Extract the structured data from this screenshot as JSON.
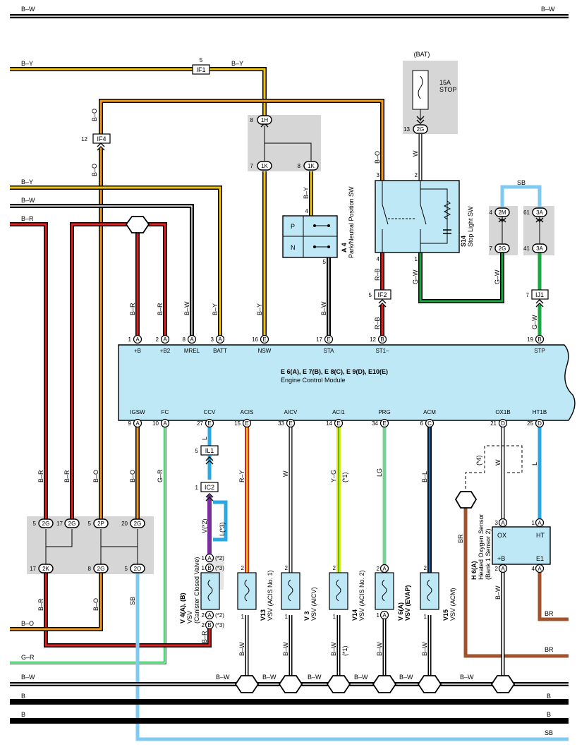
{
  "wires": {
    "top_bw_left": "B–W",
    "top_bw_right": "B–W",
    "by_left": "B–Y",
    "by_right": "B–Y",
    "bo_vert_1": "B–O",
    "bo_vert_2": "B–O",
    "by_row": "B–Y",
    "bw_row": "B–W",
    "br_row": "B–R",
    "sb_top": "SB",
    "b_o_st1": "B–O",
    "w_stop": "W",
    "by_park": "B–Y",
    "bw_park": "B–W",
    "rb_1": "R–B",
    "rb_2": "R–B",
    "gw_1": "G–W",
    "gw_2": "G–W",
    "gw_3": "G–W",
    "br_a1": "B–R",
    "br_a2": "B–R",
    "bw_mrel": "B–W",
    "by_batt": "B–Y",
    "by_nsw": "B–Y",
    "bo_igsw": "B–O",
    "gr_fc": "G–R",
    "l_ccv": "L",
    "ry_acis": "R–Y",
    "w_aicv": "W",
    "yg_aci1": "Y–G",
    "lg_prg": "LG",
    "bl_acm": "B–L",
    "w_ox1b": "W",
    "l_ht1b": "L",
    "br_j1": "B–R",
    "br_j2": "B–R",
    "bo_j3": "B–O",
    "bo_j4": "B–O",
    "sb_j": "SB",
    "v_star2": "V(*2)",
    "l_star3": "L(*3)",
    "br_sensor": "BR",
    "bw_sensor": "B–W",
    "bo_bottom": "B–O",
    "br_ccv": "B–R",
    "gr_bottom": "G–R",
    "bw_g1": "B–W",
    "bw_g2": "B–W",
    "bw_g3": "B–W",
    "bw_g4": "B–W",
    "bw_g5": "B–W",
    "bw_g6": "B–W",
    "bw_bus_l": "B–W",
    "bw_bus_2": "B–W",
    "bw_bus_3": "B–W",
    "bw_bus_4": "B–W",
    "bw_bus_5": "B–W",
    "bw_bus_6": "B–W",
    "bw_bus_7": "B–W",
    "b_bus1": "B",
    "b_bus1r": "B",
    "b_bus2": "B",
    "b_bus2r": "B",
    "sb_bottom": "SB",
    "br_r1": "BR",
    "br_r2": "BR",
    "star1_aci1": "(*1)",
    "star1_v14": "(*1)",
    "star4": "(*4)"
  },
  "connectors": {
    "if1": "IF1",
    "if1_pin": "5",
    "if4": "IF4",
    "if4_pin": "12",
    "if2": "IF2",
    "if2_pin": "5",
    "ij1": "IJ1",
    "ij1_pin": "7",
    "il1": "IL1",
    "il1_pin": "5",
    "ic2": "IC2",
    "ic2_pin": "1"
  },
  "junctions": {
    "j1h": "1H",
    "j1h_pin": "8",
    "j1k_a": "1K",
    "j1k_a_pin": "7",
    "j1k_b": "1K",
    "j1k_b_pin": "8",
    "j2g_stop": "2G",
    "j2g_stop_pin": "13",
    "j2m": "2M",
    "j2m_pin": "4",
    "j2g_b": "2G",
    "j2g_b_pin": "7",
    "j3a_t": "3A",
    "j3a_t_pin": "61",
    "j3a_b": "3A",
    "j3a_b_pin": "41",
    "jb_2g_1": "2G",
    "jb_2g_1_pin": "5",
    "jb_2g_2": "2G",
    "jb_2g_2_pin": "17",
    "jb_2p": "2P",
    "jb_2p_pin": "5",
    "jb_2g_3": "2G",
    "jb_2g_3_pin": "20",
    "jb_2k": "2K",
    "jb_2k_pin": "17",
    "jb_2g_4": "2G",
    "jb_2g_4_pin": "8",
    "jb_2o": "2O",
    "jb_2o_pin": "5"
  },
  "components": {
    "bat": "(BAT)",
    "fuse_rating": "15A",
    "fuse_name": "STOP",
    "stop_sw_code": "S14",
    "stop_sw_name": "Stop Light SW",
    "stop_pin3": "3",
    "stop_pin2": "2",
    "stop_pin4": "4",
    "stop_pin1": "1",
    "park_code": "A 4",
    "park_name": "Park/Neutral Position SW",
    "park_p": "P",
    "park_n": "N",
    "park_pin4": "4",
    "park_pin5": "5",
    "ecm_codes": "E 6(A), E 7(B), E 8(C), E 9(D), E10(E)",
    "ecm_name": "Engine Control Module",
    "sensor_code": "H 6(A)",
    "sensor_name": "Heated Oxygen Sensor",
    "sensor_sub": "(Bank 1 Sensor 2)",
    "sensor_ox": "OX",
    "sensor_ht": "HT",
    "sensor_b": "+B",
    "sensor_e1": "E1",
    "v4_code": "V 4(A), (B)",
    "v4_type": "VSV",
    "v4_name": "(Canister Closed Valve)",
    "v13_code": "V13",
    "v13_name": "VSV (ACIS No. 1)",
    "v3_code": "V 3",
    "v3_name": "VSV (AICV)",
    "v14_code": "V14",
    "v14_name": "VSV (ACIS No. 2)",
    "v6_code": "V 6(A)",
    "v6_name": "VSV (EVAP)",
    "v15_code": "V15",
    "v15_name": "VSV (ACM)"
  },
  "ecm_top": [
    {
      "pin": "1",
      "term": "A",
      "label": "+B"
    },
    {
      "pin": "2",
      "term": "A",
      "label": "+B2"
    },
    {
      "pin": "8",
      "term": "A",
      "label": "MREL"
    },
    {
      "pin": "3",
      "term": "A",
      "label": "BATT"
    },
    {
      "pin": "16",
      "term": "E",
      "label": "NSW"
    },
    {
      "pin": "17",
      "term": "E",
      "label": "STA"
    },
    {
      "pin": "12",
      "term": "B",
      "label": "ST1–"
    },
    {
      "pin": "19",
      "term": "B",
      "label": "STP"
    }
  ],
  "ecm_bottom": [
    {
      "pin": "9",
      "term": "A",
      "label": "IGSW"
    },
    {
      "pin": "10",
      "term": "A",
      "label": "FC"
    },
    {
      "pin": "27",
      "term": "E",
      "label": "CCV"
    },
    {
      "pin": "15",
      "term": "E",
      "label": "ACIS"
    },
    {
      "pin": "33",
      "term": "E",
      "label": "AICV"
    },
    {
      "pin": "14",
      "term": "E",
      "label": "ACI1"
    },
    {
      "pin": "34",
      "term": "E",
      "label": "PRG"
    },
    {
      "pin": "6",
      "term": "C",
      "label": "ACM"
    },
    {
      "pin": "21",
      "term": "D",
      "label": "OX1B"
    },
    {
      "pin": "25",
      "term": "D",
      "label": "HT1B"
    }
  ],
  "vsv_pins": {
    "v4_a1": "1",
    "v4_a1t": "A",
    "v4_s2a": "(*2)",
    "v4_b1": "1",
    "v4_b1t": "B",
    "v4_s3a": "(*3)",
    "v4_a2": "2",
    "v4_a2t": "A",
    "v4_s2b": "(*2)",
    "v4_b2": "2",
    "v4_b2t": "B",
    "v4_s3b": "(*3)",
    "v13_2": "2",
    "v13_1": "1",
    "v3_2": "2",
    "v3_1": "1",
    "v14_2": "2",
    "v14_1": "1",
    "v6_2": "2",
    "v6_2t": "A",
    "v6_1": "1",
    "v6_1t": "A",
    "v15_2": "2",
    "v15_1": "1",
    "h6_3": "3",
    "h6_3t": "A",
    "h6_1": "1",
    "h6_1t": "A",
    "h6_2": "2",
    "h6_2t": "A",
    "h6_4": "4",
    "h6_4t": "A"
  }
}
